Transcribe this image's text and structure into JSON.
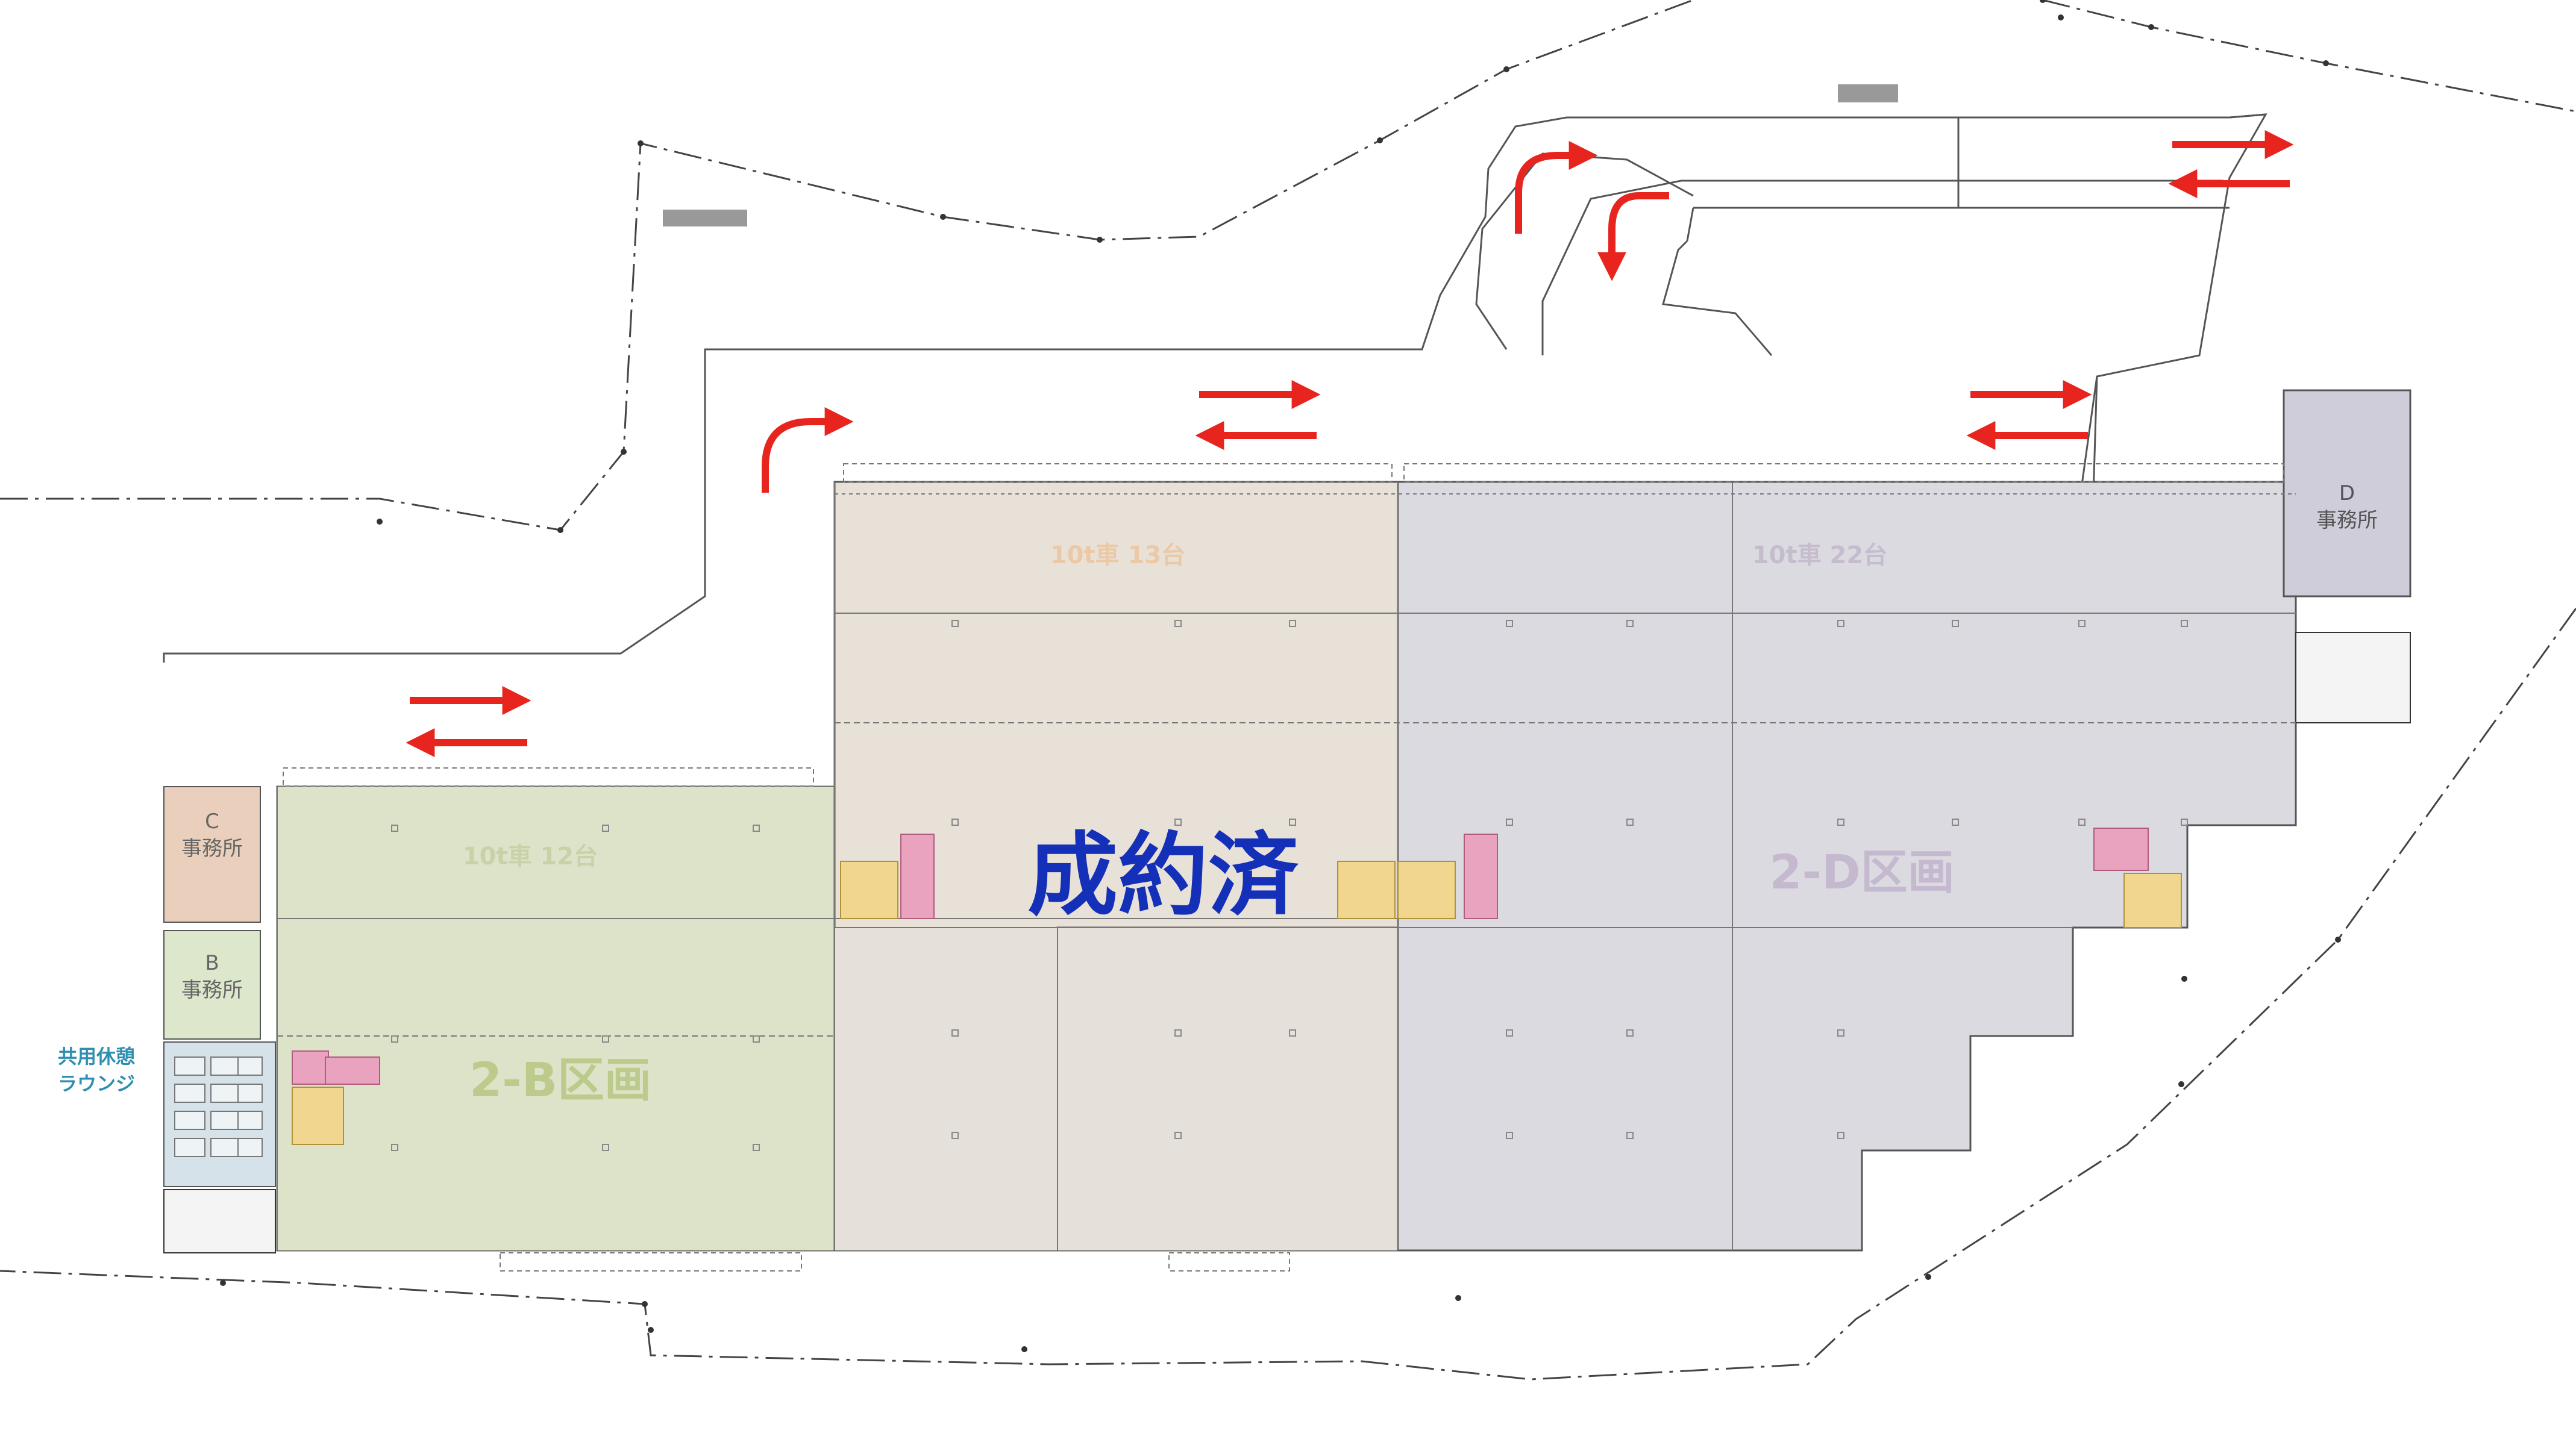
{
  "status_label": "成約済",
  "zones": {
    "c_office": {
      "letter": "C",
      "name": "事務所"
    },
    "b_office": {
      "letter": "B",
      "name": "事務所"
    },
    "d_office": {
      "letter": "D",
      "name": "事務所"
    },
    "lounge": {
      "line1": "共用休憩",
      "line2": "ラウンジ"
    },
    "section_2b": {
      "name": "2-B区画",
      "parking": "10t車 12台"
    },
    "section_2c": {
      "parking": "10t車 13台"
    },
    "section_2d": {
      "name": "2-D区画",
      "parking": "10t車 22台"
    }
  },
  "colors": {
    "zone_2b": "#dde3c9",
    "zone_2c": "#e8e1d8",
    "zone_2d": "#dcdae1",
    "c_office": "#ead0bc",
    "b_office": "#dce7cc",
    "d_office": "#d0cdda",
    "lounge": "#d6e2ea",
    "status_text": "#1530b8",
    "lounge_text": "#2e8fb0",
    "arrow": "#e8241e",
    "lift_pink": "#e9a3bf",
    "lift_yellow": "#f0d68e",
    "line": "#333333"
  }
}
